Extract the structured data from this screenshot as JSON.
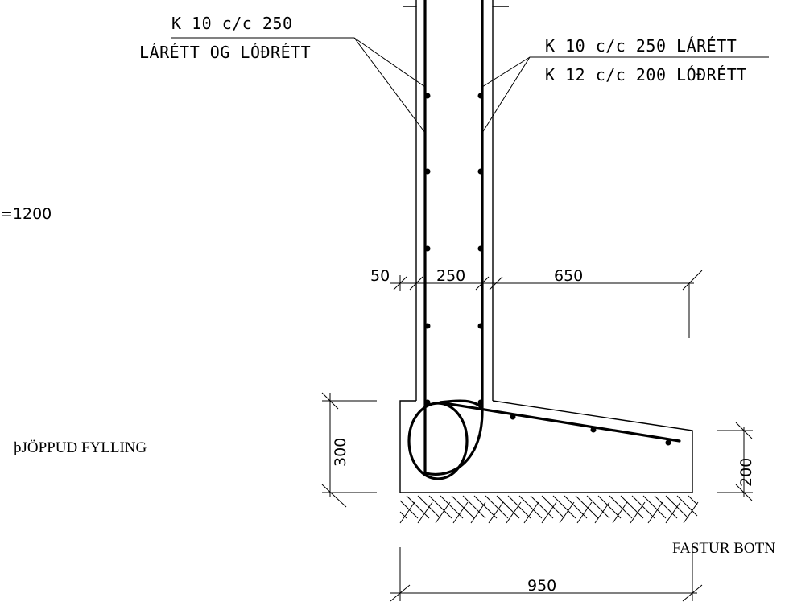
{
  "labels": {
    "left_rebar_line1": "K 10 c/c 250",
    "left_rebar_line2": "LÁRÉTT OG LÓÐRÉTT",
    "right_rebar_line1": "K 10 c/c 250 LÁRÉTT",
    "right_rebar_line2": "K 12 c/c 200 LÓÐRÉTT",
    "height_note": "=1200",
    "fill_note": "þJÖPPUÐ FYLLING",
    "soil_note": "FASTUR BOTN"
  },
  "dimensions": {
    "d50": "50",
    "d250": "250",
    "d650": "650",
    "d300": "300",
    "d200": "200",
    "d950": "950"
  },
  "colors": {
    "ink": "#000000",
    "paper": "#ffffff"
  }
}
